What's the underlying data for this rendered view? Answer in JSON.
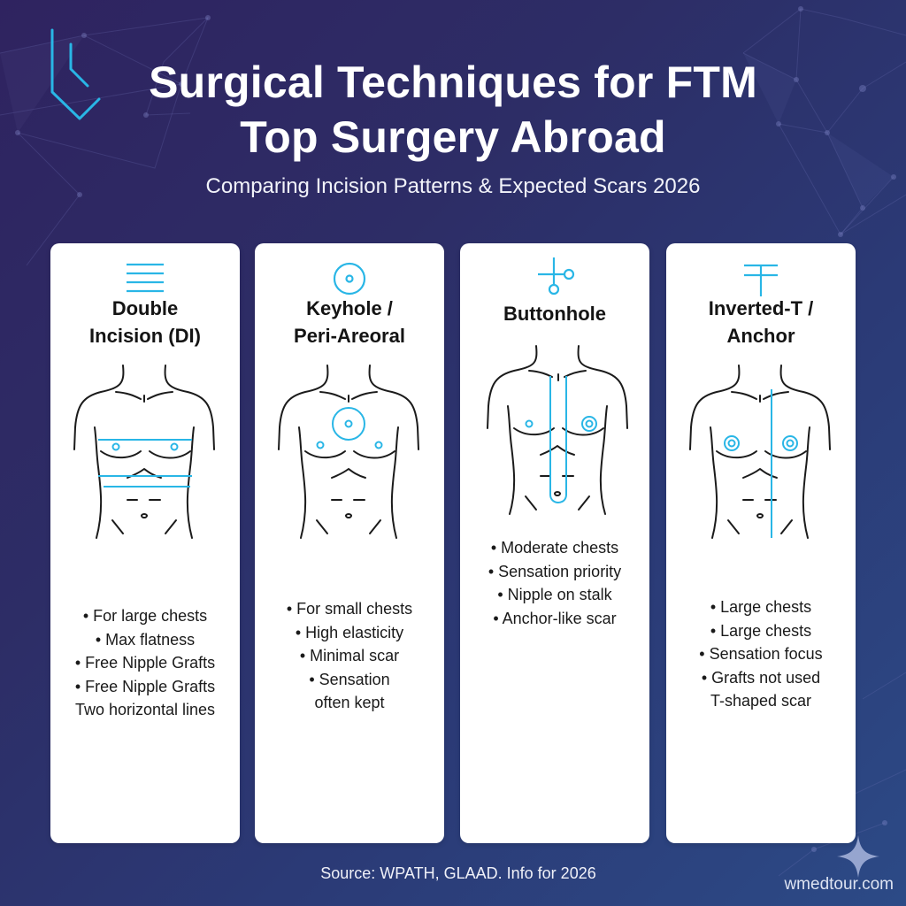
{
  "header": {
    "title_line1": "Surgical Techniques for FTM",
    "title_line2": "Top Surgery Abroad",
    "subtitle": "Comparing Incision Patterns & Expected Scars 2026"
  },
  "colors": {
    "accent": "#29b6e6",
    "background_start": "#2f2360",
    "background_end": "#2c4a86",
    "card": "#ffffff",
    "text_dark": "#141414"
  },
  "cards": [
    {
      "title_line1": "Double",
      "title_line2": "Incision (DI)",
      "icon": "horizontal-lines-icon",
      "bullets": [
        "• For large chests",
        "• Max flatness",
        "• Free Nipple Grafts",
        "• Free Nipple Grafts",
        "Two horizontal lines"
      ]
    },
    {
      "title_line1": "Keyhole /",
      "title_line2": "Peri-Areoral",
      "icon": "circle-target-icon",
      "bullets": [
        "• For small chests",
        "• High elasticity",
        "• Minimal scar",
        "• Sensation",
        "often kept"
      ]
    },
    {
      "title_line1": "Buttonhole",
      "title_line2": "",
      "icon": "buttonhole-icon",
      "bullets": [
        "• Moderate chests",
        "• Sensation priority",
        "• Nipple on stalk",
        "• Anchor-like scar"
      ]
    },
    {
      "title_line1": "Inverted-T /",
      "title_line2": "Anchor",
      "icon": "inverted-t-icon",
      "bullets": [
        "• Large chests",
        "• Large chests",
        "• Sensation focus",
        "• Grafts not used",
        "T-shaped scar"
      ]
    }
  ],
  "footer": {
    "source": "Source: WPATH, GLAAD. Info for 2026",
    "brand": "wmedtour.com"
  }
}
